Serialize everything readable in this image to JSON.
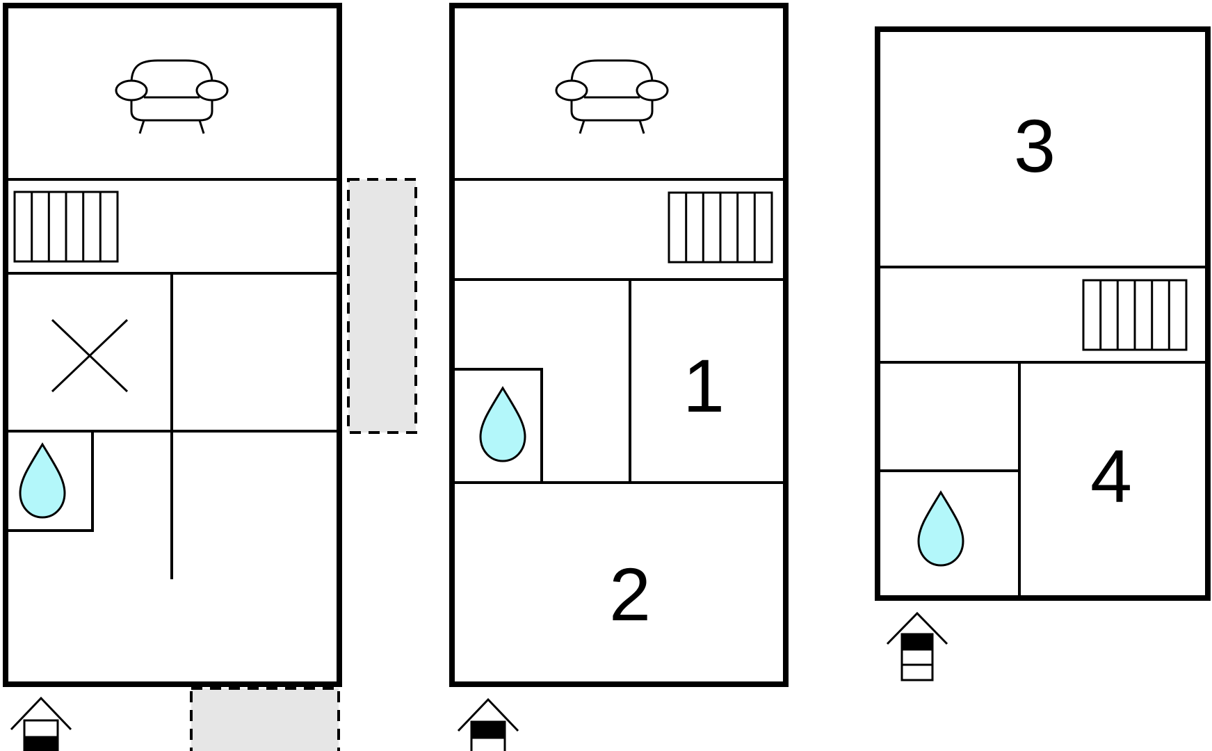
{
  "floors": [
    {
      "name": "floor-ground",
      "rooms": [],
      "level_indicator": {
        "active_level": 0,
        "levels": 2
      }
    },
    {
      "name": "floor-first",
      "rooms": [
        {
          "number": "1"
        },
        {
          "number": "2"
        }
      ],
      "level_indicator": {
        "active_level": 1,
        "levels": 2
      }
    },
    {
      "name": "floor-second",
      "rooms": [
        {
          "number": "3"
        },
        {
          "number": "4"
        }
      ],
      "level_indicator": {
        "active_level": 2,
        "levels": 3
      }
    }
  ],
  "colors": {
    "wall": "#000000",
    "water": "#b3f7fa",
    "terrace": "#e6e6e6",
    "background": "#ffffff"
  },
  "icons": [
    "sofa-icon",
    "stairs-icon",
    "kitchen-icon",
    "bathroom-icon",
    "floor-level-icon"
  ]
}
